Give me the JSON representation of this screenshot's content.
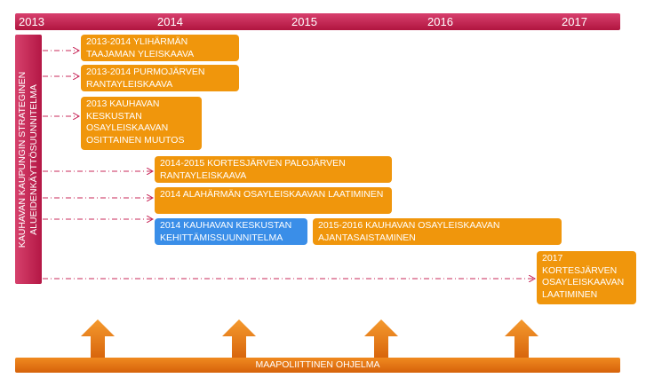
{
  "timeline": {
    "years": [
      "2013",
      "2014",
      "2015",
      "2016",
      "2017"
    ]
  },
  "vertical_label": "KAUHAVAN KAUPUNGIN STRATEGINEN ALUEIDENKÄYTTÖSUUNNITELMA",
  "plans": [
    {
      "text": "2013-2014 YLIHÄRMÄN TAAJAMAN YLEISKAAVA",
      "color": "orange"
    },
    {
      "text": "2013-2014 PURMOJÄRVEN RANTAYLEISKAAVA",
      "color": "orange"
    },
    {
      "text": "2013 KAUHAVAN KESKUSTAN OSAYLEISKAAVAN OSITTAINEN MUUTOS",
      "color": "orange"
    },
    {
      "text": "2014-2015 KORTESJÄRVEN  PALOJÄRVEN RANTAYLEISKAAVA",
      "color": "orange"
    },
    {
      "text": "2014 ALAHÄRMÄN OSAYLEISKAAVAN LAATIMINEN",
      "color": "orange"
    },
    {
      "text": "2014 KAUHAVAN KESKUSTAN KEHITTÄMISSUUNNITELMA",
      "color": "blue"
    },
    {
      "text": "2015-2016 KAUHAVAN OSAYLEISKAAVAN AJANTASAISTAMINEN",
      "color": "orange"
    },
    {
      "text": "2017 KORTESJÄRVEN OSAYLEISKAAVAN LAATIMINEN",
      "color": "orange"
    }
  ],
  "bottom_label": "MAAPOLIITTINEN OHJELMA",
  "colors": {
    "magenta": "#c8285a",
    "orange": "#f0960c",
    "blue": "#3a8ee8",
    "connector": "#c8285a"
  }
}
